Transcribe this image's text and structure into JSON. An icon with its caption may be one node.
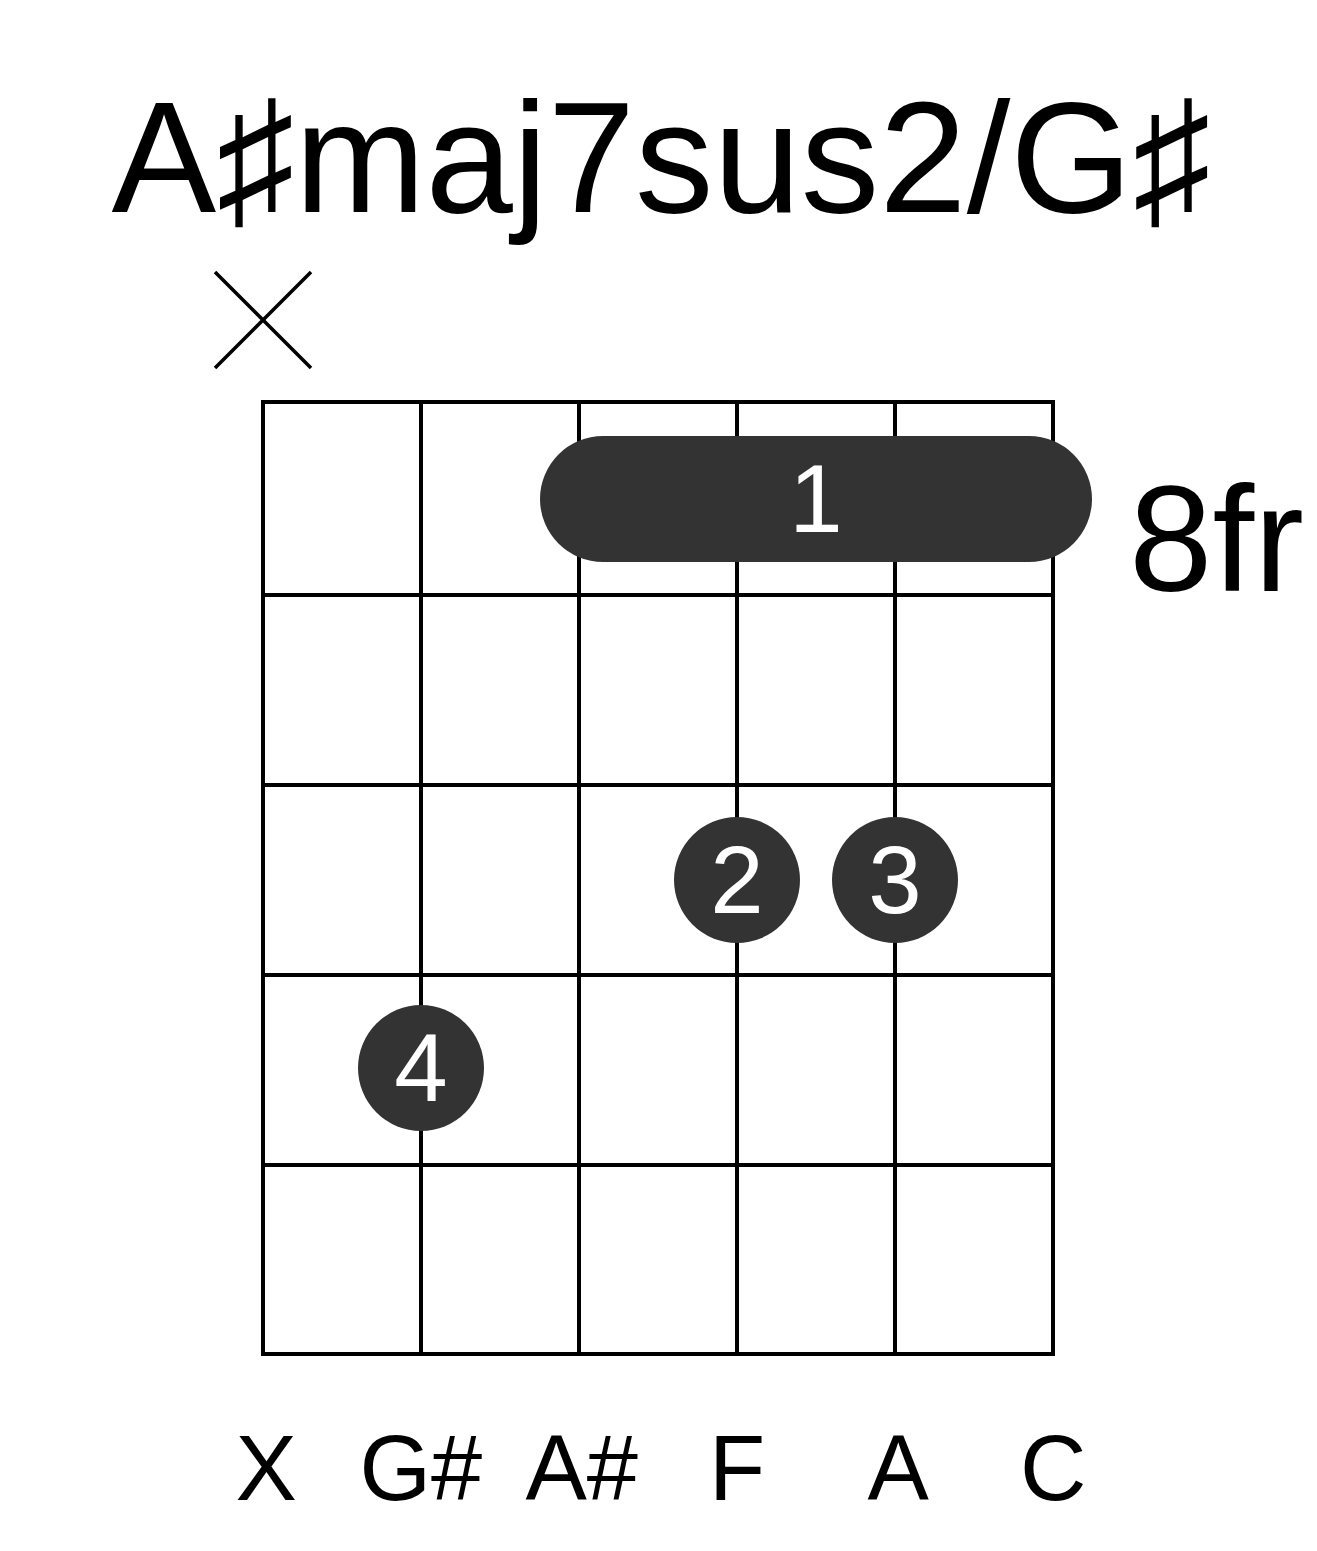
{
  "diagram": {
    "title": "A♯maj7sus2/G♯",
    "nodes": [
      {
        "text": [
          "1"
        ]
      },
      {
        "text": [
          "2"
        ]
      },
      {
        "text": [
          "3"
        ]
      },
      {
        "text": [
          "4"
        ]
      }
    ],
    "labels": [
      "8fr",
      "X",
      "G#",
      "A#",
      "F",
      "A",
      "C"
    ]
  }
}
